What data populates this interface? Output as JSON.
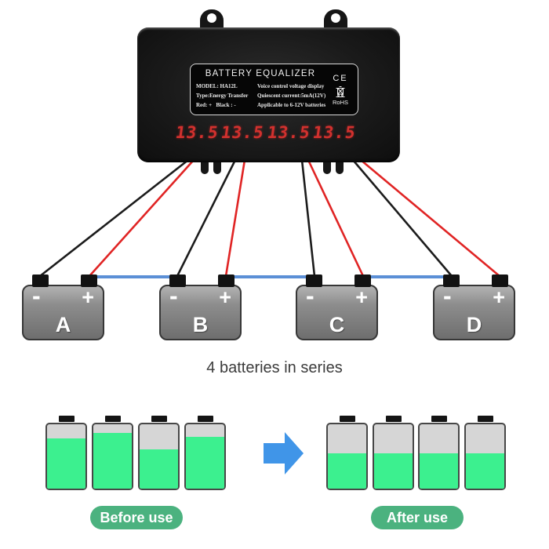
{
  "device": {
    "title": "BATTERY EQUALIZER",
    "label_lines": [
      {
        "left": "MODEL: HA12L",
        "right": "Voice control voltage display"
      },
      {
        "left": "Type:Energy Transfer",
        "right": "Quiescent current:5mA(12V)"
      },
      {
        "left": "Red: +   Black : -",
        "right": "Applicable to 6-12V batteries"
      }
    ],
    "certifications": {
      "ce": "CE",
      "rohs": "RoHS",
      "weee_icon": "crossed-out-wheelie-bin"
    },
    "display_readings": [
      "13.5",
      "13.5",
      "13.5",
      "13.5"
    ],
    "led_color": "#d2312e",
    "body_color": "#1a1a1a"
  },
  "wire_colors": {
    "positive": "#e02424",
    "negative": "#1c1c1c",
    "series_link": "#5b8fd6"
  },
  "batteries": [
    {
      "label": "A",
      "minus": "-",
      "plus": "+"
    },
    {
      "label": "B",
      "minus": "-",
      "plus": "+"
    },
    {
      "label": "C",
      "minus": "-",
      "plus": "+"
    },
    {
      "label": "D",
      "minus": "-",
      "plus": "+"
    }
  ],
  "caption": "4 batteries in series",
  "comparison": {
    "before": {
      "label": "Before use",
      "levels": [
        78,
        87,
        61,
        81
      ]
    },
    "after": {
      "label": "After use",
      "levels": [
        55,
        55,
        55,
        55
      ]
    },
    "colors": {
      "charge_fill": "#3cf08f",
      "charge_empty": "#d6d6d6",
      "pill": "#4bb27f",
      "arrow": "#4095e8"
    }
  }
}
